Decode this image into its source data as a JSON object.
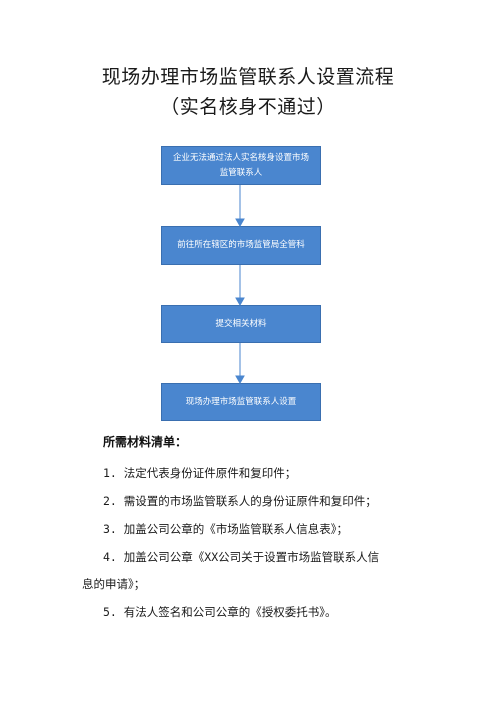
{
  "title": {
    "main": "现场办理市场监管联系人设置流程",
    "sub": "（实名核身不通过）"
  },
  "flow": {
    "steps": [
      "企业无法通过法人实名核身设置市场监管联系人",
      "前往所在辖区的市场监管局全管科",
      "提交相关材料",
      "现场办理市场监管联系人设置"
    ],
    "arrow_color": "#4a86cf",
    "box_color": "#4a86cf"
  },
  "materials": {
    "heading": "所需材料清单：",
    "items": [
      {
        "num": "1.",
        "text": "法定代表身份证件原件和复印件；"
      },
      {
        "num": "2.",
        "text": "需设置的市场监管联系人的身份证原件和复印件；"
      },
      {
        "num": "3.",
        "text": "加盖公司公章的《市场监管联系人信息表》；"
      },
      {
        "num": "4.",
        "text": "加盖公司公章《XX公司关于设置市场监管联系人信",
        "cont": "息的申请》；"
      },
      {
        "num": "5.",
        "text": "有法人签名和公司公章的《授权委托书》。"
      }
    ]
  }
}
